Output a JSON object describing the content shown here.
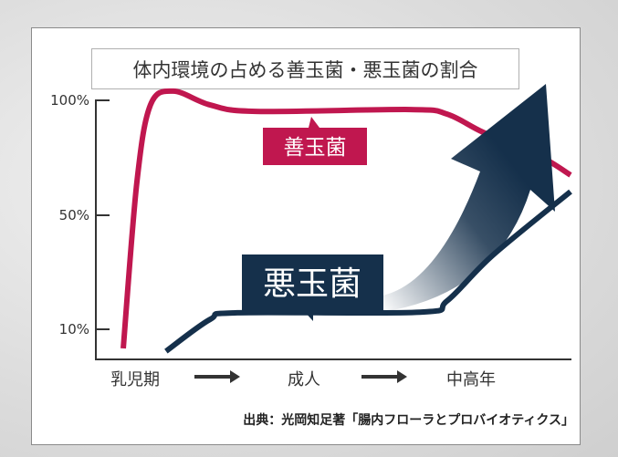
{
  "chart_data": {
    "type": "line",
    "title": "体内環境の占める善玉菌・悪玉菌の割合",
    "xlabel": "",
    "ylabel": "",
    "y_ticks": [
      "100%",
      "50%",
      "10%"
    ],
    "y_tick_values": [
      100,
      50,
      10
    ],
    "categories": [
      "乳児期",
      "成人",
      "中高年"
    ],
    "x_range": [
      0,
      100
    ],
    "series": [
      {
        "name": "善玉菌",
        "color": "#c0174f",
        "points": [
          [
            7.9,
            3.3
          ],
          [
            10.7,
            64.3
          ],
          [
            13.5,
            98
          ],
          [
            18.2,
            104
          ],
          [
            25.8,
            98
          ],
          [
            35.2,
            95.2
          ],
          [
            67.1,
            96
          ],
          [
            74.6,
            94
          ],
          [
            82.1,
            86
          ],
          [
            93.4,
            76
          ],
          [
            100,
            67.5
          ]
        ]
      },
      {
        "name": "悪玉菌",
        "color": "#15304b",
        "points": [
          [
            16.7,
            2.3
          ],
          [
            25.8,
            13.5
          ],
          [
            31.4,
            15.8
          ],
          [
            69,
            16
          ],
          [
            74.6,
            20
          ],
          [
            84,
            36
          ],
          [
            100,
            60.3
          ]
        ]
      }
    ],
    "source": "出典：光岡知足著「腸内フローラとプロバイオティクス」"
  }
}
